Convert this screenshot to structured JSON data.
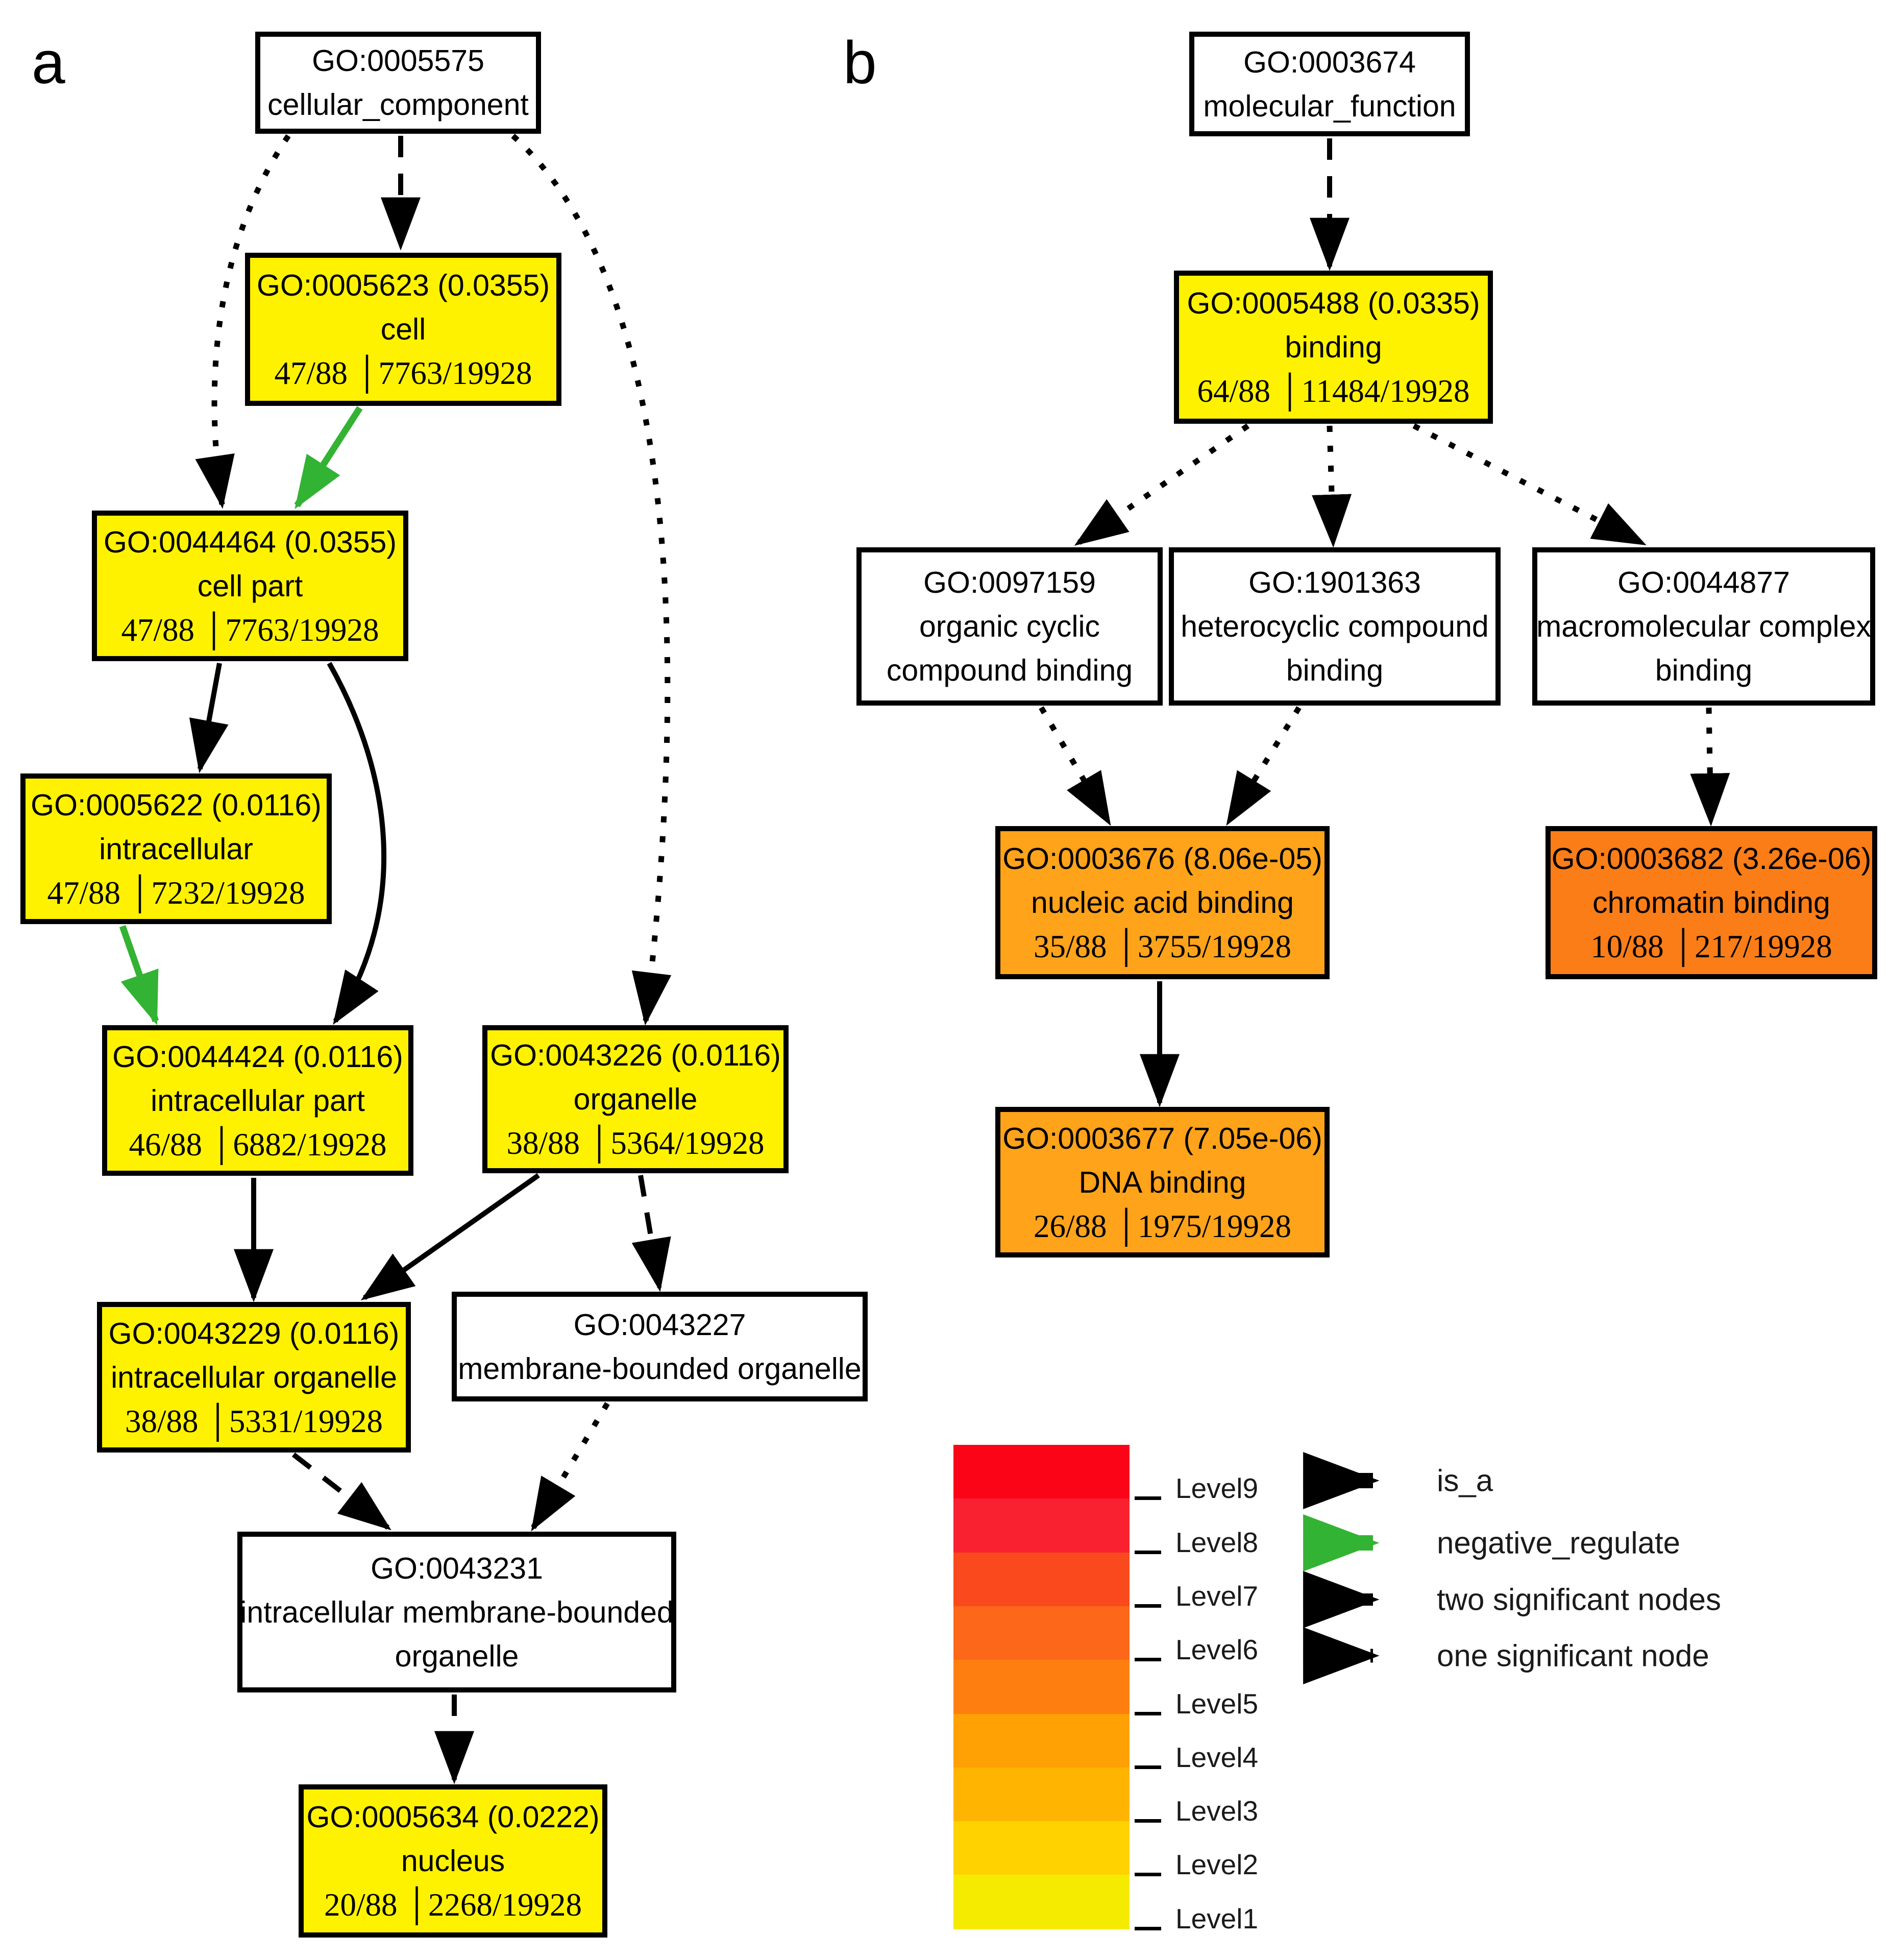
{
  "figure": {
    "panel_a_label": "a",
    "panel_b_label": "b"
  },
  "colors": {
    "significant_level1_yellow": "#FFF200",
    "significant_level3_orange": "#FFA31A",
    "significant_level4_orange": "#FA7D17",
    "non_significant_white": "#FFFFFF",
    "edge_black": "#000000",
    "edge_green": "#33B333"
  },
  "nodes": [
    {
      "id": "go-0005575",
      "panel": "a",
      "lines": [
        "GO:0005575",
        "cellular_component"
      ],
      "fill": "#FFFFFF"
    },
    {
      "id": "go-0005623",
      "panel": "a",
      "lines": [
        "GO:0005623 (0.0355)",
        "cell",
        "47/88 │7763/19928"
      ],
      "fill": "#FFF200"
    },
    {
      "id": "go-0044464",
      "panel": "a",
      "lines": [
        "GO:0044464 (0.0355)",
        "cell part",
        "47/88 │7763/19928"
      ],
      "fill": "#FFF200"
    },
    {
      "id": "go-0005622",
      "panel": "a",
      "lines": [
        "GO:0005622 (0.0116)",
        "intracellular",
        "47/88 │7232/19928"
      ],
      "fill": "#FFF200"
    },
    {
      "id": "go-0044424",
      "panel": "a",
      "lines": [
        "GO:0044424 (0.0116)",
        "intracellular part",
        "46/88 │6882/19928"
      ],
      "fill": "#FFF200"
    },
    {
      "id": "go-0043226",
      "panel": "a",
      "lines": [
        "GO:0043226 (0.0116)",
        "organelle",
        "38/88 │5364/19928"
      ],
      "fill": "#FFF200"
    },
    {
      "id": "go-0043229",
      "panel": "a",
      "lines": [
        "GO:0043229 (0.0116)",
        "intracellular organelle",
        "38/88 │5331/19928"
      ],
      "fill": "#FFF200"
    },
    {
      "id": "go-0043227",
      "panel": "a",
      "lines": [
        "GO:0043227",
        "membrane-bounded organelle"
      ],
      "fill": "#FFFFFF"
    },
    {
      "id": "go-0043231",
      "panel": "a",
      "lines": [
        "GO:0043231",
        "intracellular membrane-bounded",
        "organelle"
      ],
      "fill": "#FFFFFF",
      "all_sans": true
    },
    {
      "id": "go-0005634",
      "panel": "a",
      "lines": [
        "GO:0005634 (0.0222)",
        "nucleus",
        "20/88 │2268/19928"
      ],
      "fill": "#FFF200"
    },
    {
      "id": "go-0003674",
      "panel": "b",
      "lines": [
        "GO:0003674",
        "molecular_function"
      ],
      "fill": "#FFFFFF"
    },
    {
      "id": "go-0005488",
      "panel": "b",
      "lines": [
        "GO:0005488 (0.0335)",
        "binding",
        "64/88 │11484/19928"
      ],
      "fill": "#FFF200"
    },
    {
      "id": "go-0097159",
      "panel": "b",
      "lines": [
        "GO:0097159",
        "organic cyclic",
        "compound binding"
      ],
      "fill": "#FFFFFF",
      "all_sans": true
    },
    {
      "id": "go-1901363",
      "panel": "b",
      "lines": [
        "GO:1901363",
        "heterocyclic compound",
        "binding"
      ],
      "fill": "#FFFFFF",
      "all_sans": true
    },
    {
      "id": "go-0044877",
      "panel": "b",
      "lines": [
        "GO:0044877",
        "macromolecular complex",
        "binding"
      ],
      "fill": "#FFFFFF",
      "all_sans": true
    },
    {
      "id": "go-0003676",
      "panel": "b",
      "lines": [
        "GO:0003676 (8.06e-05)",
        "nucleic acid binding",
        "35/88 │3755/19928"
      ],
      "fill": "#FFA31A"
    },
    {
      "id": "go-0003682",
      "panel": "b",
      "lines": [
        "GO:0003682 (3.26e-06)",
        "chromatin binding",
        "10/88 │217/19928"
      ],
      "fill": "#FA7D17"
    },
    {
      "id": "go-0003677",
      "panel": "b",
      "lines": [
        "GO:0003677 (7.05e-06)",
        "DNA binding",
        "26/88 │1975/19928"
      ],
      "fill": "#FFA31A"
    }
  ],
  "edges": [
    {
      "from": "go-0005575",
      "to": "go-0005623",
      "type": "two_significant_nodes"
    },
    {
      "from": "go-0005575",
      "to": "go-0044464",
      "type": "one_significant_node"
    },
    {
      "from": "go-0005575",
      "to": "go-0043226",
      "type": "one_significant_node"
    },
    {
      "from": "go-0005623",
      "to": "go-0044464",
      "type": "negative_regulate"
    },
    {
      "from": "go-0044464",
      "to": "go-0005622",
      "type": "is_a"
    },
    {
      "from": "go-0044464",
      "to": "go-0044424",
      "type": "is_a"
    },
    {
      "from": "go-0005622",
      "to": "go-0044424",
      "type": "negative_regulate"
    },
    {
      "from": "go-0044424",
      "to": "go-0043229",
      "type": "is_a"
    },
    {
      "from": "go-0043226",
      "to": "go-0043229",
      "type": "is_a"
    },
    {
      "from": "go-0043226",
      "to": "go-0043227",
      "type": "two_significant_nodes"
    },
    {
      "from": "go-0043229",
      "to": "go-0043231",
      "type": "two_significant_nodes"
    },
    {
      "from": "go-0043227",
      "to": "go-0043231",
      "type": "one_significant_node"
    },
    {
      "from": "go-0043231",
      "to": "go-0005634",
      "type": "two_significant_nodes"
    },
    {
      "from": "go-0003674",
      "to": "go-0005488",
      "type": "two_significant_nodes"
    },
    {
      "from": "go-0005488",
      "to": "go-0097159",
      "type": "one_significant_node"
    },
    {
      "from": "go-0005488",
      "to": "go-1901363",
      "type": "one_significant_node"
    },
    {
      "from": "go-0005488",
      "to": "go-0044877",
      "type": "one_significant_node"
    },
    {
      "from": "go-0097159",
      "to": "go-0003676",
      "type": "one_significant_node"
    },
    {
      "from": "go-1901363",
      "to": "go-0003676",
      "type": "one_significant_node"
    },
    {
      "from": "go-0044877",
      "to": "go-0003682",
      "type": "one_significant_node"
    },
    {
      "from": "go-0003676",
      "to": "go-0003677",
      "type": "is_a"
    }
  ],
  "legend": {
    "levels": [
      {
        "label": "Level9",
        "color": "#FB0418"
      },
      {
        "label": "Level8",
        "color": "#F9202F"
      },
      {
        "label": "Level7",
        "color": "#FA4A1D"
      },
      {
        "label": "Level6",
        "color": "#FD671A"
      },
      {
        "label": "Level5",
        "color": "#FE7F10"
      },
      {
        "label": "Level4",
        "color": "#FFA004"
      },
      {
        "label": "Level3",
        "color": "#FFB402"
      },
      {
        "label": "Level2",
        "color": "#FFD200"
      },
      {
        "label": "Level1",
        "color": "#F5EB00"
      }
    ],
    "edge_types": [
      {
        "label": "is_a",
        "type": "is_a"
      },
      {
        "label": "negative_regulate",
        "type": "negative_regulate"
      },
      {
        "label": "two significant nodes",
        "type": "two_significant_nodes"
      },
      {
        "label": "one significant node",
        "type": "one_significant_node"
      }
    ]
  }
}
